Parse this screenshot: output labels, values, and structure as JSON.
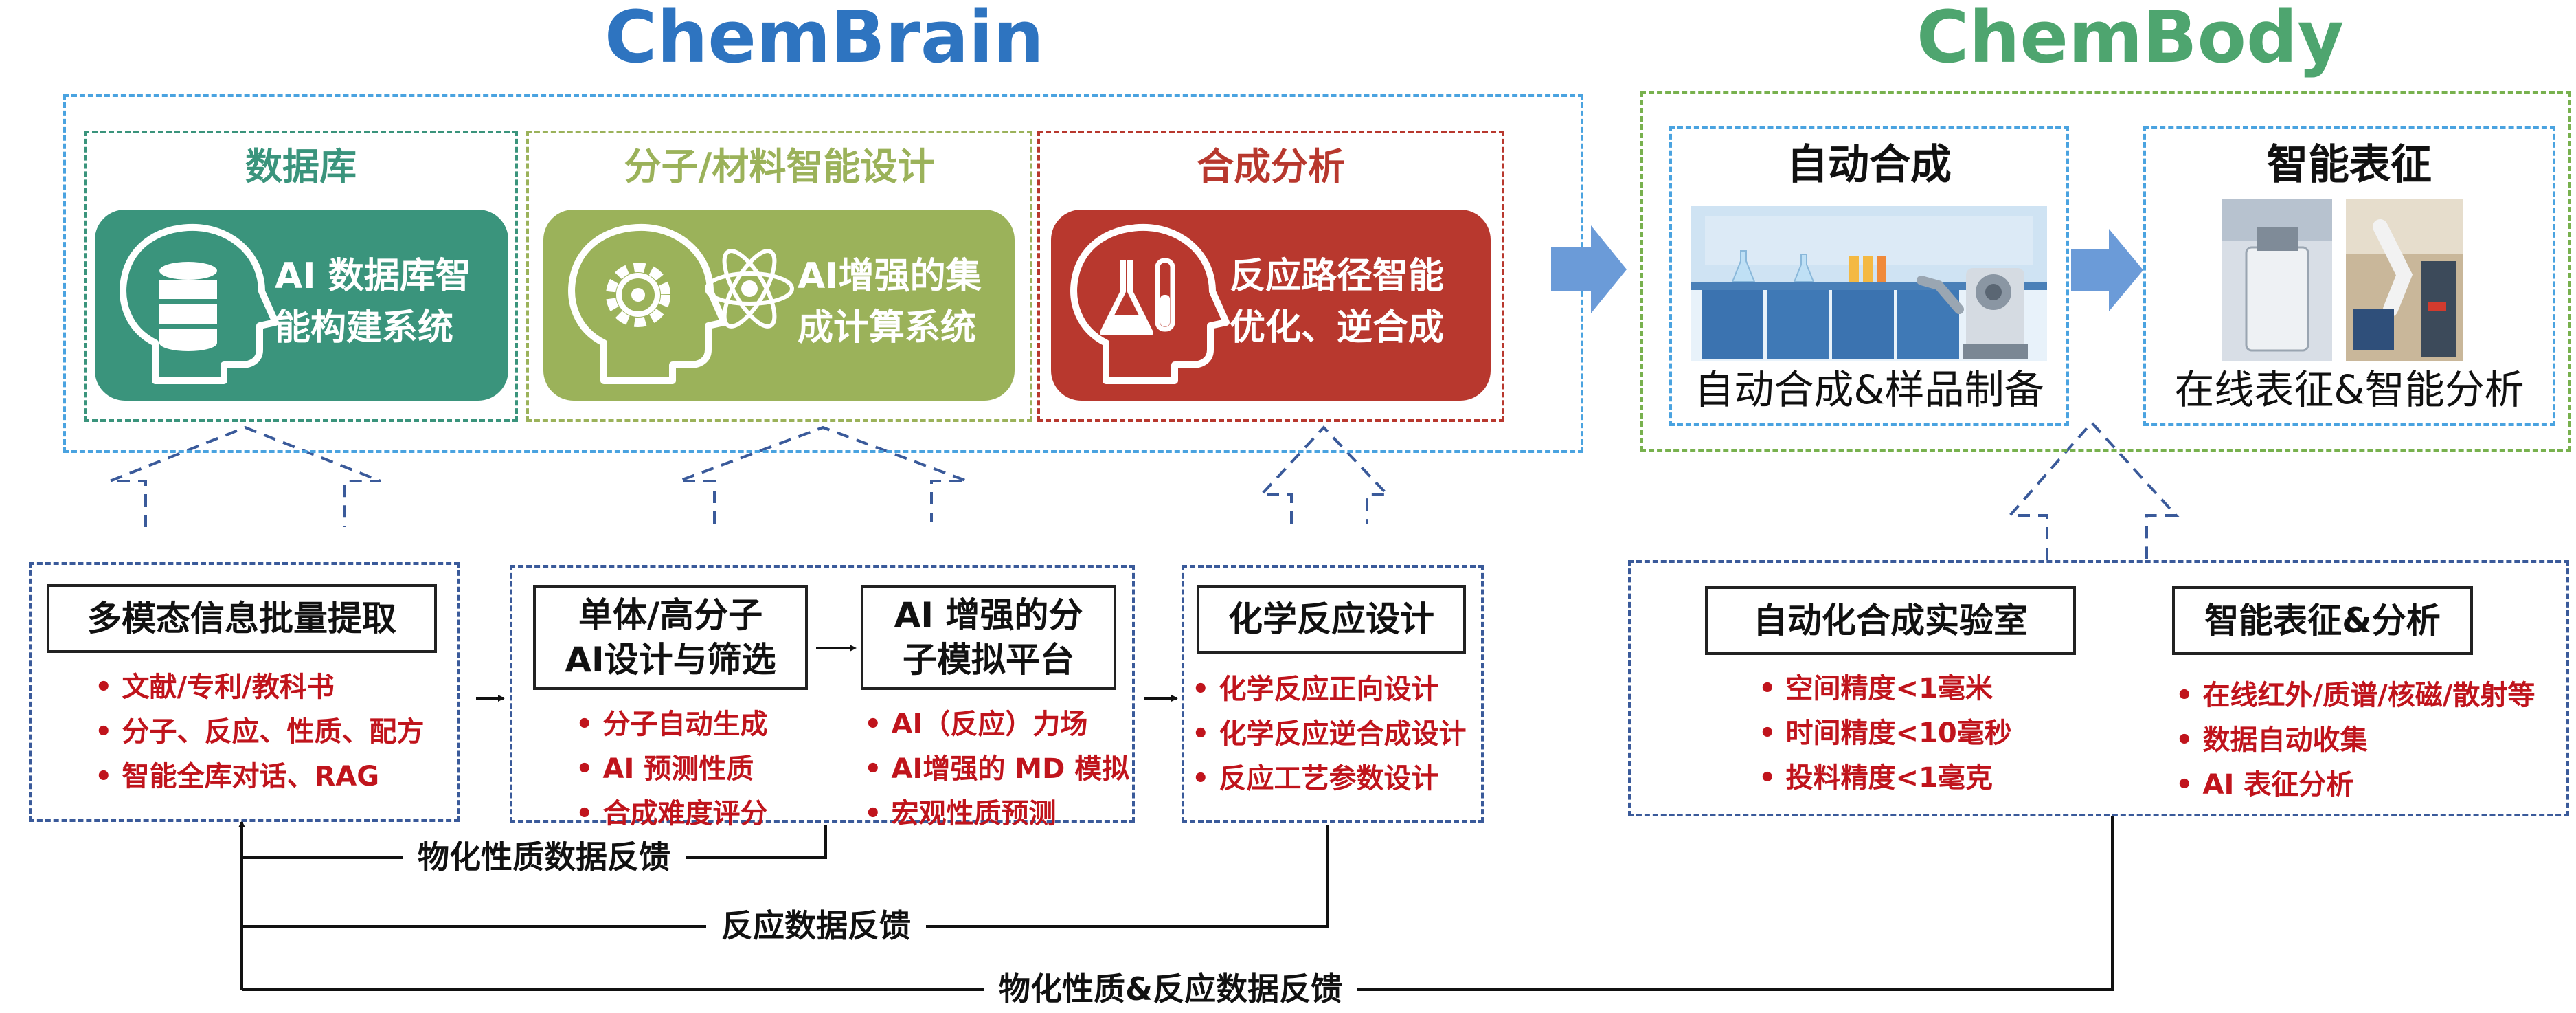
{
  "titles": {
    "left": "ChemBrain",
    "right": "ChemBody"
  },
  "colors": {
    "brain_title": "#2e74c0",
    "body_title": "#4ea56f",
    "database": "#3a947c",
    "molecular": "#9bb25a",
    "synthesis": "#b8382e",
    "bullet_red": "#c0141c",
    "frame_blue": "#4aa3e0",
    "frame_green": "#78b14e",
    "arrow_blue": "#6b9bd8"
  },
  "brain": {
    "sections": [
      {
        "title": "数据库",
        "card_lines": [
          "AI 数据库智",
          "能构建系统"
        ],
        "icon": "database-head-icon"
      },
      {
        "title": "分子/材料智能设计",
        "card_lines": [
          "AI增强的集",
          "成计算系统"
        ],
        "icon": "gear-head-icon"
      },
      {
        "title": "合成分析",
        "card_lines": [
          "反应路径智能",
          "优化、逆合成"
        ],
        "icon": "flask-head-icon"
      }
    ]
  },
  "body": {
    "auto_synthesis": {
      "title": "自动合成",
      "caption": "自动合成&样品制备",
      "image": "lab-robot-illustration"
    },
    "characterization": {
      "title": "智能表征",
      "caption": "在线表征&智能分析",
      "image": "instrument-photos"
    }
  },
  "modules": {
    "extraction": {
      "title": "多模态信息批量提取",
      "bullets": [
        "文献/专利/教科书",
        "分子、反应、性质、配方",
        "智能全库对话、RAG"
      ]
    },
    "monomer": {
      "title": [
        "单体/高分子",
        "AI设计与筛选"
      ],
      "bullets": [
        "分子自动生成",
        "AI 预测性质",
        "合成难度评分"
      ]
    },
    "simulation": {
      "title": [
        "AI 增强的分",
        "子模拟平台"
      ],
      "bullets": [
        "AI（反应）力场",
        "AI增强的 MD 模拟",
        "宏观性质预测"
      ]
    },
    "reaction_design": {
      "title": "化学反应设计",
      "bullets": [
        "化学反应正向设计",
        "化学反应逆合成设计",
        "反应工艺参数设计"
      ]
    },
    "auto_lab": {
      "title": "自动化合成实验室",
      "bullets": [
        "空间精度<1毫米",
        "时间精度<10毫秒",
        "投料精度<1毫克"
      ]
    },
    "smart_char": {
      "title": "智能表征&分析",
      "bullets": [
        "在线红外/质谱/核磁/散射等",
        "数据自动收集",
        "AI 表征分析"
      ]
    }
  },
  "feedback": {
    "physical": "物化性质数据反馈",
    "reaction": "反应数据反馈",
    "combined": "物化性质&反应数据反馈"
  }
}
